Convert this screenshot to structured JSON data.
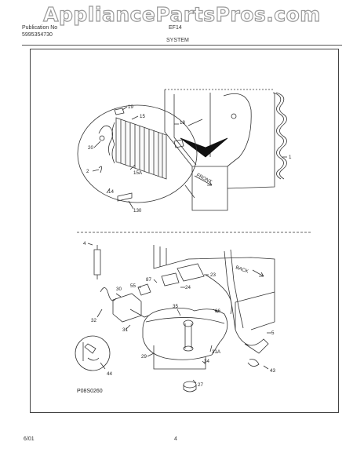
{
  "watermark": "AppliancePartsPros.com",
  "header": {
    "left_line1": "Publication No",
    "left_line2": "5995354730",
    "model": "EF14",
    "section": "SYSTEM"
  },
  "diagram": {
    "part_labels": [
      "19",
      "15",
      "18",
      "20",
      "1",
      "2",
      "15A",
      "14",
      "130",
      "FRONT",
      "4",
      "55",
      "87",
      "23",
      "BACK",
      "30",
      "24",
      "35",
      "86",
      "5",
      "32",
      "31",
      "29",
      "31A",
      "34",
      "43",
      "44",
      "27"
    ],
    "plate_code": "P08S0260"
  },
  "footer": {
    "date": "6/01",
    "page": "4"
  }
}
